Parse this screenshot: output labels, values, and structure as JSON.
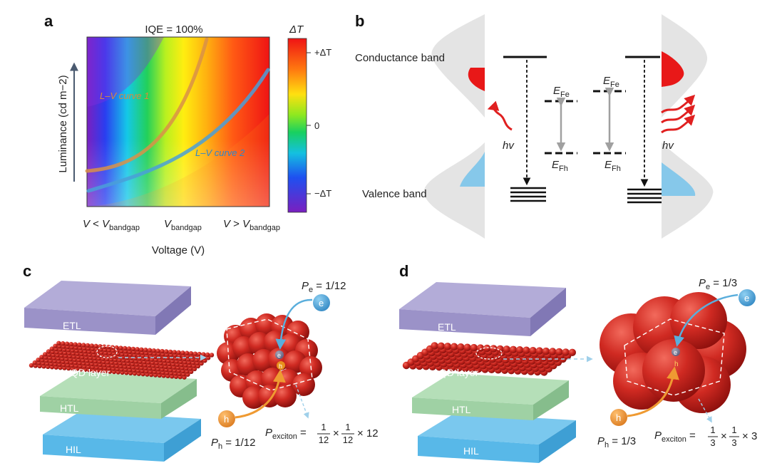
{
  "panels": {
    "a": "a",
    "b": "b",
    "c": "c",
    "d": "d"
  },
  "panel_a": {
    "title": "IQE = 100%",
    "ylabel": "Luminance (cd m−2)",
    "xlabel": "Voltage (V)",
    "x_ticks": [
      {
        "v": "V",
        "rel": " < ",
        "sub": "bandgap",
        "prefix": "V"
      },
      {
        "v": "V",
        "rel": "",
        "sub": "bandgap"
      },
      {
        "v": "V",
        "rel": " > ",
        "sub": "bandgap",
        "prefix": "V"
      }
    ],
    "colorbar_title": "ΔT",
    "colorbar_ticks": [
      "+ΔT",
      "0",
      "−ΔT"
    ],
    "curve1_label": "L–V curve 1",
    "curve2_label": "L–V curve 2",
    "colors": {
      "curve1": "#d99048",
      "curve2": "#4a9fd8"
    }
  },
  "panel_b": {
    "conductance_band": "Conductance band",
    "valence_band": "Valence band",
    "hv": "hv",
    "efe_main": "E",
    "efe_sub": "Fe",
    "efh_main": "E",
    "efh_sub": "Fh",
    "colors": {
      "electron": "#e81818",
      "hole": "#86c8ea",
      "photon": "#e02020"
    }
  },
  "panel_c": {
    "layers": [
      "ETL",
      "QD layer",
      "HTL",
      "HIL"
    ],
    "pe": "P",
    "pe_sub": "e",
    "pe_value": " = 1/12",
    "ph": "P",
    "ph_sub": "h",
    "ph_value": " = 1/12",
    "e_label": "e",
    "h_label": "h",
    "pexc": "P",
    "pexc_sub": "exciton",
    "frac_num": "1",
    "frac_den": "12",
    "times": "×",
    "eq": "=",
    "factor": "12"
  },
  "panel_d": {
    "layers": [
      "ETL",
      "QD layer",
      "HTL",
      "HIL"
    ],
    "pe": "P",
    "pe_sub": "e",
    "pe_value": " = 1/3",
    "ph": "P",
    "ph_sub": "h",
    "ph_value": " = 1/3",
    "e_label": "e",
    "h_label": "h",
    "pexc": "P",
    "pexc_sub": "exciton",
    "frac_num": "1",
    "frac_den": "3",
    "times": "×",
    "eq": "=",
    "factor": "3"
  },
  "colors": {
    "etl": "#9b92c8",
    "qd": "#c8201c",
    "htl": "#9fd1a4",
    "hil": "#58b8e8",
    "electron_ball": "#4aa3d8",
    "hole_ball": "#ef9a32"
  }
}
